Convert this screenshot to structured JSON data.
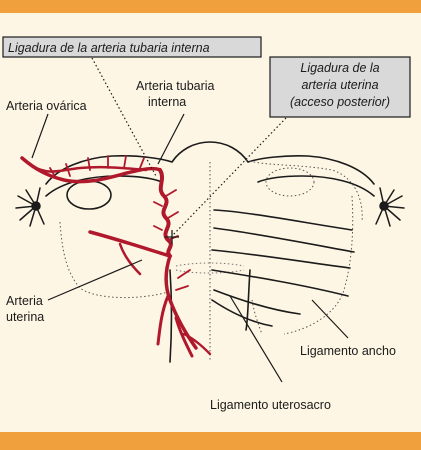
{
  "colors": {
    "band": "#f0a03c",
    "background": "#fdf6e4",
    "artery": "#b0182c",
    "outline": "#1b1b1b",
    "callout_fill": "#d9d9d9"
  },
  "labels": {
    "ligadura_tubaria": "Ligadura de la arteria tubaria interna",
    "ligadura_uterina_1": "Ligadura de la",
    "ligadura_uterina_2": "arteria uterina",
    "ligadura_uterina_3": "(acceso posterior)",
    "arteria_tubaria_1": "Arteria tubaria",
    "arteria_tubaria_2": "interna",
    "arteria_ovarica": "Arteria ovárica",
    "arteria_uterina_1": "Arteria",
    "arteria_uterina_2": "uterina",
    "ligamento_ancho": "Ligamento ancho",
    "ligamento_uterosacro": "Ligamento uterosacro"
  },
  "icons": {
    "left_fimbria": "fimbria-icon",
    "right_fimbria": "fimbria-icon"
  }
}
